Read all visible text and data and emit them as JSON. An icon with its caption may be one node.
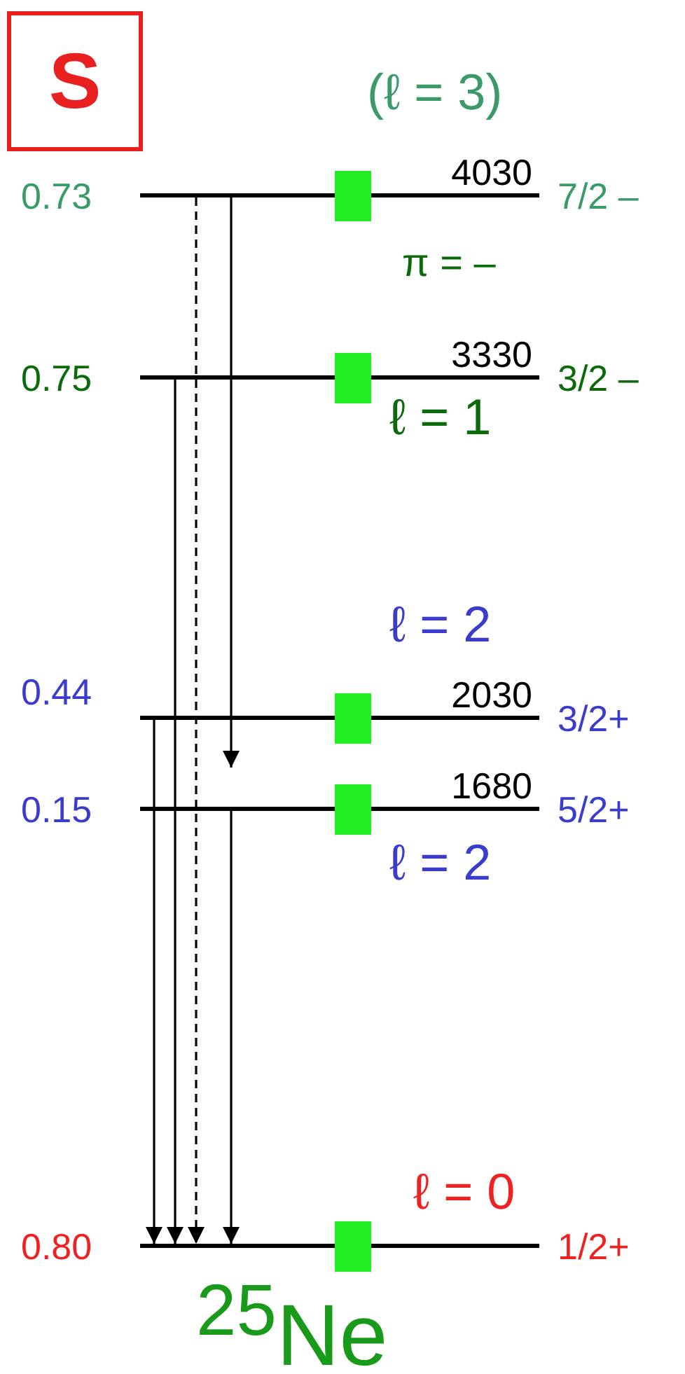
{
  "diagram": {
    "caption": "$^{25}$Ne",
    "nodes": [
      {
        "text": [
          "S"
        ]
      },
      {
        "text": [
          "4030"
        ],
        "beside": [
          "0.73",
          "7/2 –",
          "(ℓ = 3)"
        ]
      },
      {
        "text": [
          "3330"
        ],
        "beside": [
          "3/2 –",
          "ℓ = 1"
        ]
      },
      {
        "text": [
          "2030"
        ],
        "beside": [
          "3/2+",
          "ℓ = 2"
        ]
      },
      {
        "text": [
          "1680"
        ],
        "beside": [
          "0.15",
          "5/2+",
          "ℓ = 2"
        ]
      },
      {
        "text": [],
        "shape": "bar",
        "beside": [
          "0.80",
          "1/2+",
          "ℓ = 0"
        ]
      }
    ],
    "edges": [
      {
        "from": 1,
        "to": 4,
        "arrow": "to"
      },
      {
        "from": 1,
        "to": 5,
        "arrow": "to",
        "style": "dashed"
      },
      {
        "from": 2,
        "to": 5,
        "arrow": "to"
      },
      {
        "from": 3,
        "to": 5,
        "arrow": "to"
      },
      {
        "from": 4,
        "to": 5,
        "arrow": "to"
      }
    ],
    "labels": [
      "π = –",
      "0.75",
      "0.44"
    ]
  }
}
